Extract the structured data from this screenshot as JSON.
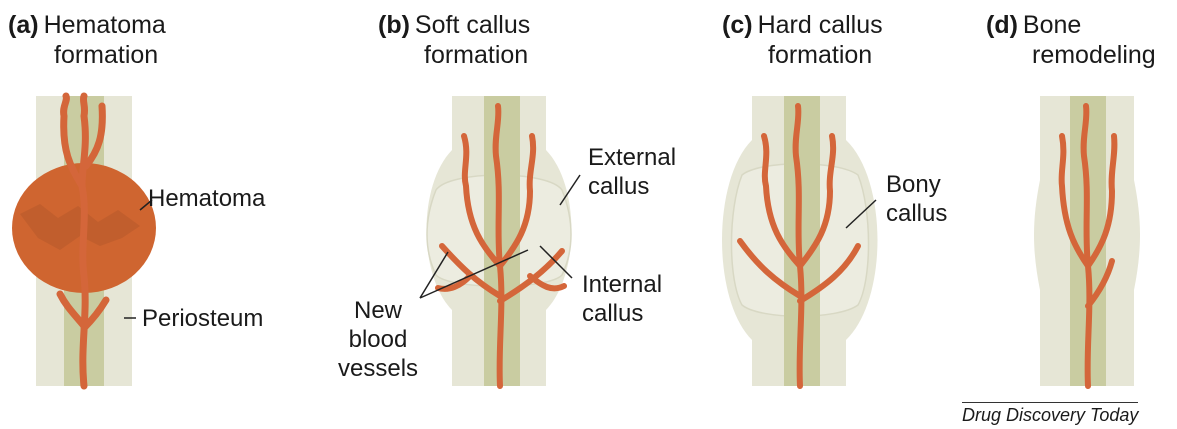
{
  "panels": [
    {
      "letter": "(a)",
      "title_line1": "Hematoma",
      "title_line2": "formation"
    },
    {
      "letter": "(b)",
      "title_line1": "Soft callus",
      "title_line2": "formation"
    },
    {
      "letter": "(c)",
      "title_line1": "Hard callus",
      "title_line2": "formation"
    },
    {
      "letter": "(d)",
      "title_line1": "Bone",
      "title_line2": "remodeling"
    }
  ],
  "labels": {
    "hematoma": "Hematoma",
    "periosteum": "Periosteum",
    "external_callus": [
      "External",
      "callus"
    ],
    "new_blood_vessels": [
      "New",
      "blood",
      "vessels"
    ],
    "internal_callus": [
      "Internal",
      "callus"
    ],
    "bony_callus": [
      "Bony",
      "callus"
    ]
  },
  "source": "Drug Discovery Today",
  "colors": {
    "bone_outer": "#e6e6d6",
    "bone_marrow": "#c9cca1",
    "vessel": "#d4663a",
    "hematoma": "#cf6530",
    "callus": "#ecece0"
  }
}
